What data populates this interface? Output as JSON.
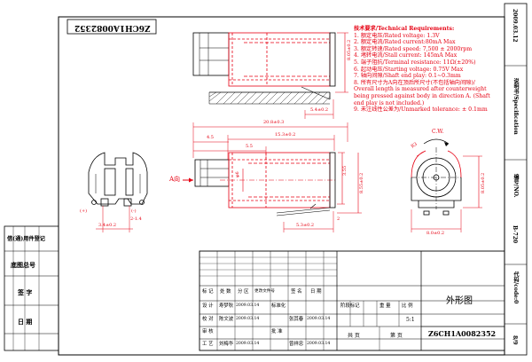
{
  "drawing_number": "Z6CH1A0082352",
  "arrow_label": "A向",
  "rotation_label": "C.W.",
  "requirements": {
    "heading": "技术要求/Technical Requirements:",
    "items": [
      "1. 额定电压/Rated voltage: 1.3V",
      "2. 额定电流/Rated current:80mA Max",
      "3. 额定转速/Rated speed: 7,500 ± 2000rpm",
      "4. 堵转电流/Stall current: 145mA Max",
      "5. 端子阻抗/Terminal resistance: 11Ω(±20%)",
      "6. 起动电压/Starting voltage: 0.75V  Max",
      "7. 轴向间隙/Shaft end play: 0.1~0.3mm",
      "8. 所有尺寸为A向在顶后所尺寸(不包括轴向间隙)/ Overall length is measured after counterweight being pressed against body in direction A. (Shaft end play is not included.)",
      "9. 未注线性公差为/Unmarked tolerance: ± 0.1mm"
    ]
  },
  "dimensions": {
    "top_length": "5.4±0.2",
    "top_height": "8.05±0.2",
    "overall_length": "20.8±0.3",
    "len_15_3": "15.3±0.2",
    "len_5_5": "5.5",
    "len_4_5": "4.5",
    "dia_6": "φ6",
    "h_3_55": "3.55",
    "h_8_55": "8.55±0.2",
    "lead_5_3": "5.3±0.2",
    "lead_2": "2",
    "h_8_05_right": "8.05±0.2",
    "w_8_0": "8.0±0.2",
    "radius": "R3",
    "pin_3_4": "3.4±0.2",
    "pin_2_14": "2-1.4",
    "pos": "(+)",
    "neg": "(-)"
  },
  "right_strip": {
    "date": "2009.03.12",
    "spec": "说明书/Specification",
    "no_label": "编号/NO.",
    "no_value": "B-720",
    "code": "代码/code:0",
    "page": "8/9"
  },
  "left_panel": {
    "r1": "借(通)用件登记",
    "r2": "底图总号",
    "r3": "签 字",
    "r4": "日 期"
  },
  "title_block": {
    "h_mark": "标 记",
    "h_count": "处 数",
    "h_zone": "分 区",
    "h_change": "更改文件号",
    "h_sign": "签 名",
    "h_date": "日 期",
    "r1a": "设 计",
    "r1b": "寿梦秋",
    "r1c": "2009.03.14",
    "r1d": "标准化",
    "r2a": "校 对",
    "r2b": "陈文波",
    "r2c": "2009.03.14",
    "r2d": "张其春",
    "r2e": "2009.03.14",
    "r3a": "审 核",
    "r3b": "",
    "r3c": "批 准",
    "r4a": "工 艺",
    "r4b": "刘梅华",
    "r4c": "2009.03.14",
    "r4d": "曾祥忠",
    "r4e": "2009.03.14",
    "stage": "阶段标记",
    "weight": "重 量",
    "scale": "比 例",
    "scale_val": "5:1",
    "sheets": "共 页",
    "sheet_no": "第 页",
    "title": "外形图",
    "part_no": "Z6CH1A0082352"
  }
}
